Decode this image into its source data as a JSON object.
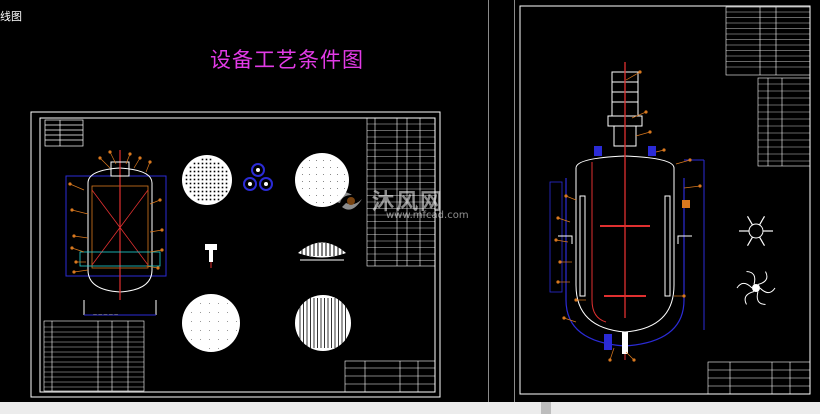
{
  "window": {
    "tab_label": "线图"
  },
  "drawing": {
    "title": "设备工艺条件图"
  },
  "watermark": {
    "brand": "沐风网",
    "url": "www.mfcad.com"
  },
  "colors": {
    "background": "#000000",
    "title": "#e23be6",
    "frame": "#ffffff",
    "vessel_blue": "#2b2bd6",
    "shaft_red": "#e03030",
    "callout_orange": "#d9781e",
    "nozzle_cyan": "#21d4d4"
  },
  "icons": {
    "watermark": "mfcad-logo-icon"
  }
}
